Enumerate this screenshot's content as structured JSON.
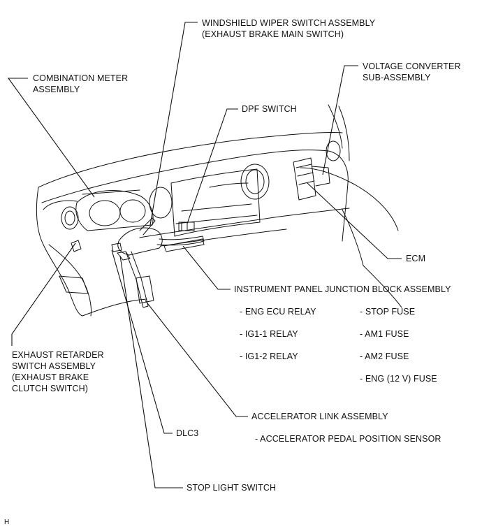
{
  "labels": {
    "wiper_switch": [
      "WINDSHIELD WIPER SWITCH ASSEMBLY",
      "(EXHAUST BRAKE MAIN SWITCH)"
    ],
    "combination_meter": [
      "COMBINATION METER",
      "ASSEMBLY"
    ],
    "voltage_converter": [
      "VOLTAGE CONVERTER",
      "SUB-ASSEMBLY"
    ],
    "dpf_switch": "DPF SWITCH",
    "ecm": "ECM",
    "junction_block": "INSTRUMENT PANEL JUNCTION BLOCK ASSEMBLY",
    "junction_block_items": {
      "left": [
        "- ENG ECU RELAY",
        "- IG1-1 RELAY",
        "- IG1-2 RELAY"
      ],
      "right": [
        "- STOP FUSE",
        "- AM1 FUSE",
        "- AM2 FUSE",
        "- ENG (12 V) FUSE"
      ]
    },
    "exhaust_retarder": [
      "EXHAUST RETARDER",
      "SWITCH ASSEMBLY",
      "(EXHAUST BRAKE",
      "CLUTCH SWITCH)"
    ],
    "accelerator_link": "ACCELERATOR LINK ASSEMBLY",
    "accelerator_sensor": "- ACCELERATOR PEDAL POSITION SENSOR",
    "dlc3": "DLC3",
    "stop_light_switch": "STOP LIGHT SWITCH",
    "corner_code": "H"
  },
  "colors": {
    "ink": "#111111",
    "background": "#ffffff"
  }
}
